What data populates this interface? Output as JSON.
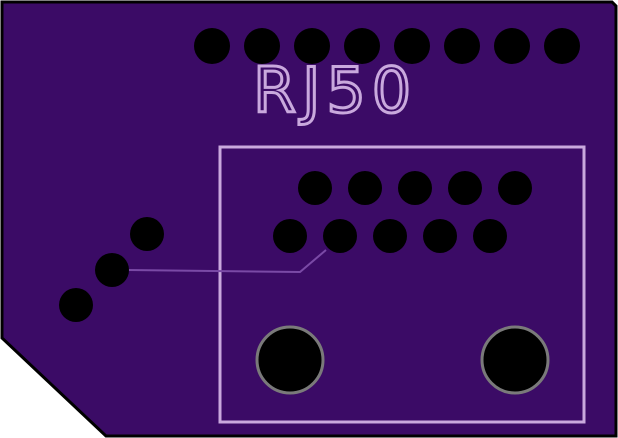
{
  "board": {
    "label": "RJ50",
    "colors": {
      "substrate": "#3b0b66",
      "outline": "#000000",
      "silkscreen": "#c9a9dd",
      "trace": "#7a4aa6",
      "hole": "#000000",
      "mount_ring": "#7a7a7a",
      "background": "#ffffff"
    },
    "header_pin_count": 8,
    "connector_pin_count": 10,
    "diagonal_pad_count": 3,
    "mounting_hole_count": 2
  }
}
